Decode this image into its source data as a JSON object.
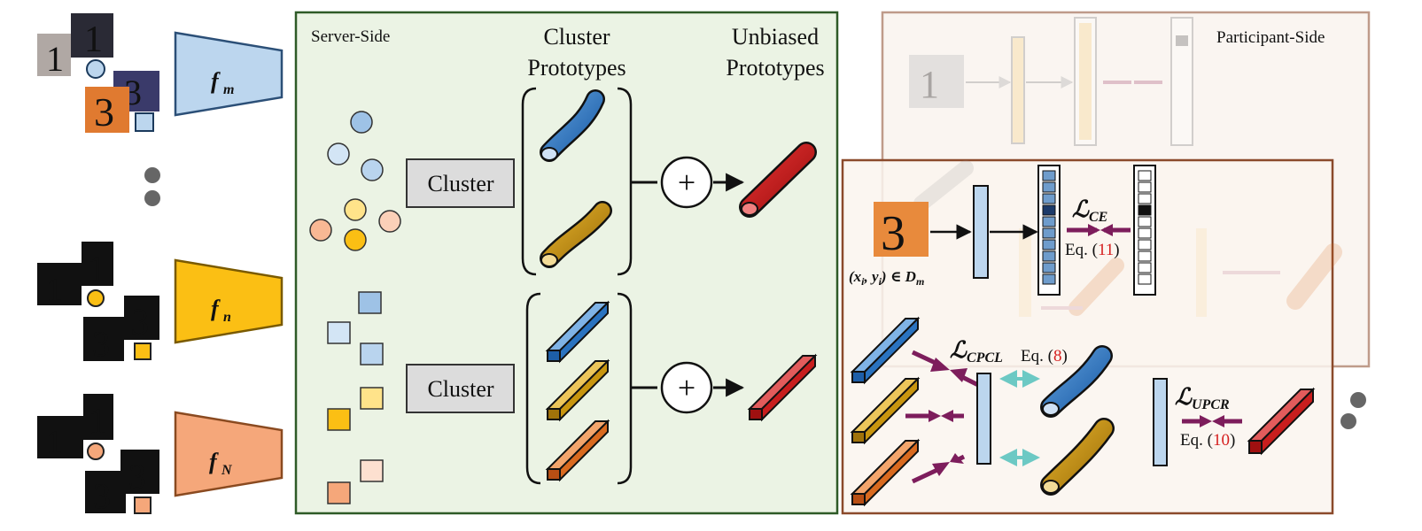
{
  "server": {
    "title": "Server-Side",
    "cluster_prototypes_line1": "Cluster",
    "cluster_prototypes_line2": "Prototypes",
    "unbiased_line1": "Unbiased",
    "unbiased_line2": "Prototypes",
    "cluster_button_top": "Cluster",
    "cluster_button_bottom": "Cluster",
    "plus": "+"
  },
  "participant": {
    "title": "Participant-Side",
    "pair_label": "(x",
    "pair_sub": "i",
    "pair_mid": ", y",
    "pair_sub2": "i",
    "pair_end": ") ∈ D",
    "pair_sub3": "m"
  },
  "models": [
    {
      "symbol": "f",
      "sub": "m",
      "color": "#bcd6ee"
    },
    {
      "symbol": "f",
      "sub": "n",
      "color": "#fbbf14"
    },
    {
      "symbol": "f",
      "sub": "N",
      "color": "#f5a77a"
    }
  ],
  "losses": {
    "ce": {
      "symbol": "ℒ",
      "sub": "CE",
      "eq_prefix": "Eq. (",
      "eq_num": "11",
      "eq_suffix": ")"
    },
    "cpcl": {
      "symbol": "ℒ",
      "sub": "CPCL",
      "eq_prefix": "Eq. (",
      "eq_num": "8",
      "eq_suffix": ")"
    },
    "upcr": {
      "symbol": "ℒ",
      "sub": "UPCR",
      "eq_prefix": "Eq. (",
      "eq_num": "10",
      "eq_suffix": ")"
    }
  },
  "digits": {
    "d1": "1",
    "d3": "3"
  },
  "colors": {
    "server_bg": "#ebf3e4",
    "server_border": "#2e5a27",
    "participant_border": "#8b4a2b",
    "blue": "#2a73c0",
    "gold": "#c8950f",
    "orange": "#d96a1f",
    "red": "#c81e1e",
    "purple": "#7d1d5c",
    "teal": "#6cc9c4"
  }
}
